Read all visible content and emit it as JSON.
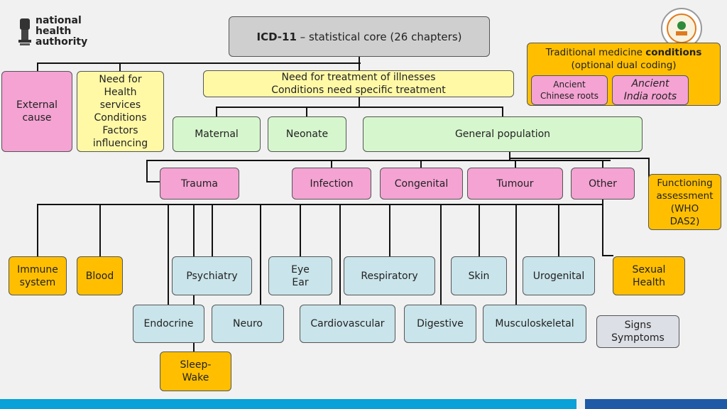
{
  "header": {
    "logo_text_line1": "national",
    "logo_text_line2": "health",
    "logo_text_line3": "authority"
  },
  "root": {
    "bold": "ICD-11",
    "rest": " – statistical core (26 chapters)"
  },
  "traditional": {
    "title_normal": "Traditional medicine ",
    "title_bold": "conditions",
    "subtitle": "(optional dual coding)",
    "chinese": "Ancient\nChinese roots",
    "india": "Ancient\nIndia roots"
  },
  "external_cause": "External\ncause",
  "health_services": "Need for\nHealth\nservices\nConditions\nFactors\ninfluencing",
  "treatment": "Need for treatment of illnesses\nConditions  need specific treatment",
  "maternal": "Maternal",
  "neonate": "Neonate",
  "general_population": "General population",
  "trauma": "Trauma",
  "infection": "Infection",
  "congenital": "Congenital",
  "tumour": "Tumour",
  "other": "Other",
  "functioning": "Functioning\nassessment\n(WHO\nDAS2)",
  "immune": "Immune\nsystem",
  "blood": "Blood",
  "psychiatry": "Psychiatry",
  "eye_ear": "Eye\nEar",
  "respiratory": "Respiratory",
  "skin": "Skin",
  "urogenital": "Urogenital",
  "sexual_health": "Sexual\nHealth",
  "endocrine": "Endocrine",
  "neuro": "Neuro",
  "cardiovascular": "Cardiovascular",
  "digestive": "Digestive",
  "musculoskeletal": "Musculoskeletal",
  "signs_symptoms": "Signs\nSymptoms",
  "sleep_wake": "Sleep-\nWake"
}
